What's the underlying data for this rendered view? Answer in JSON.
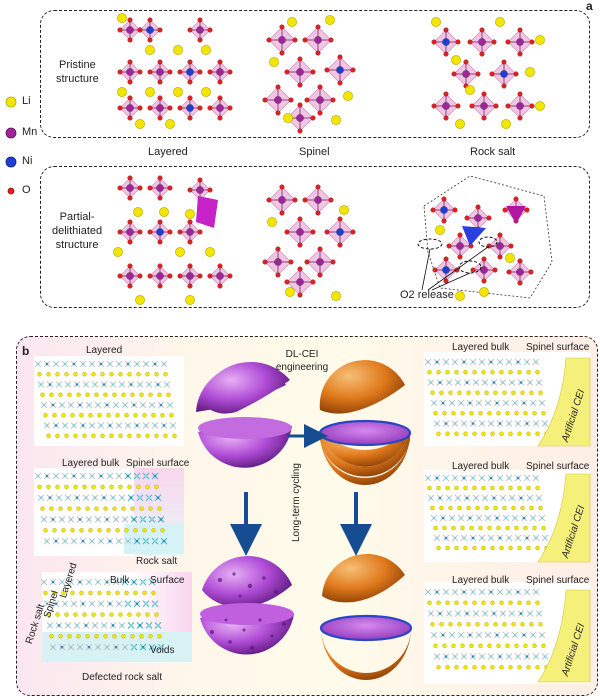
{
  "panel_a": {
    "letter": "a",
    "legend": [
      {
        "label": "Li",
        "color": "#f2e600"
      },
      {
        "label": "Mn",
        "color": "#a0259a"
      },
      {
        "label": "Ni",
        "color": "#1d3fd6"
      },
      {
        "label": "O",
        "color": "#e02020"
      }
    ],
    "row1_label_line1": "Pristine",
    "row1_label_line2": "structure",
    "row2_label_line1": "Partial-",
    "row2_label_line2": "delithiated",
    "row2_label_line3": "structure",
    "columns": [
      "Layered",
      "Spinel",
      "Rock salt"
    ],
    "annotation": "O2 release"
  },
  "panel_b": {
    "letter": "b",
    "left_top_title": "Layered",
    "left_mid_bulk": "Layered bulk",
    "left_mid_surface": "Spinel surface",
    "left_mid_rocksalt": "Rock salt",
    "left_bot_bulk": "Bulk",
    "left_bot_surface": "Surface",
    "left_bot_voids": "Voids",
    "left_bot_defected": "Defected rock salt",
    "left_bot_vertical": [
      "Rock salt",
      "Spinel",
      "Layered"
    ],
    "process_top_line1": "DL-CEI",
    "process_top_line2": "engineering",
    "process_vertical": "Long-term cycling",
    "right_bulk": "Layered bulk",
    "right_surface": "Spinel surface",
    "right_cei": "Artificial CEI"
  },
  "colors": {
    "li": "#f2e600",
    "mn": "#a0259a",
    "ni": "#1d3fd6",
    "o": "#e02020",
    "octa": "#e9a7d4",
    "sphere_purple": "#b04cd6",
    "sphere_orange": "#e07a1c",
    "cei_yellow": "#f5f07a",
    "arrow_blue": "#164d92"
  }
}
